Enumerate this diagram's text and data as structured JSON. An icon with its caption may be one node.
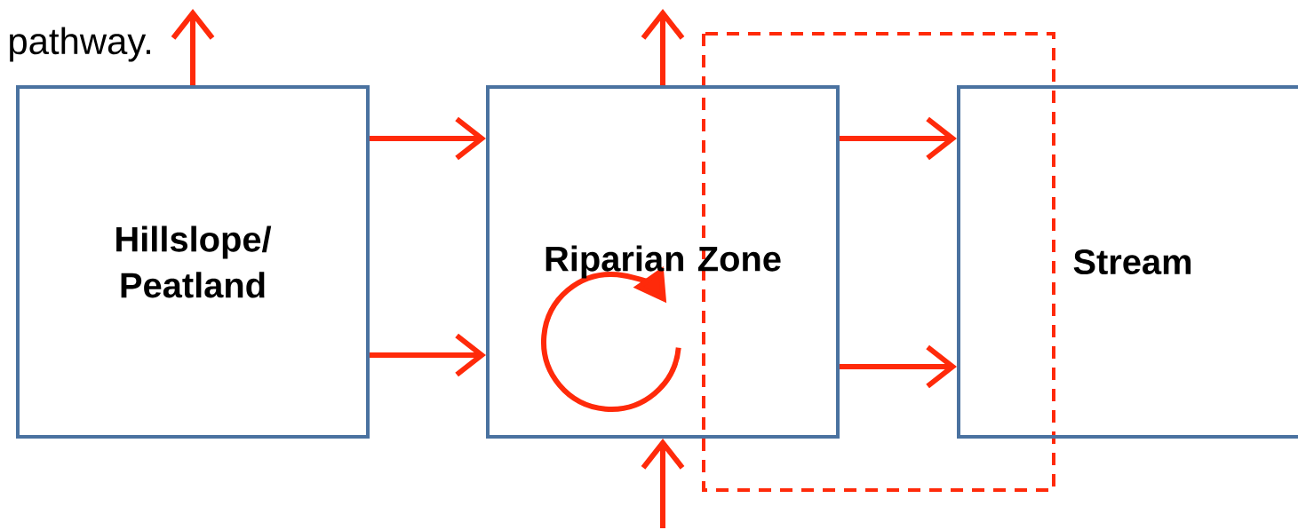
{
  "diagram": {
    "nodes": [
      {
        "text": [
          "Hillslope/ Peatland"
        ]
      },
      {
        "text": [
          "Riparian Zone"
        ]
      },
      {
        "text": [
          "Stream"
        ]
      }
    ],
    "edges": [
      {
        "from": 0,
        "to": 1,
        "arrow": "to"
      },
      {
        "from": 0,
        "to": 1,
        "arrow": "to"
      },
      {
        "from": 1,
        "to": 2,
        "arrow": "to"
      },
      {
        "from": 1,
        "to": 2,
        "arrow": "to"
      },
      {
        "from": 0,
        "to": null,
        "arrow": "to"
      },
      {
        "from": 1,
        "to": null,
        "arrow": "to"
      },
      {
        "from": null,
        "to": 1,
        "arrow": "to"
      }
    ],
    "labels": [
      "pathway."
    ]
  }
}
